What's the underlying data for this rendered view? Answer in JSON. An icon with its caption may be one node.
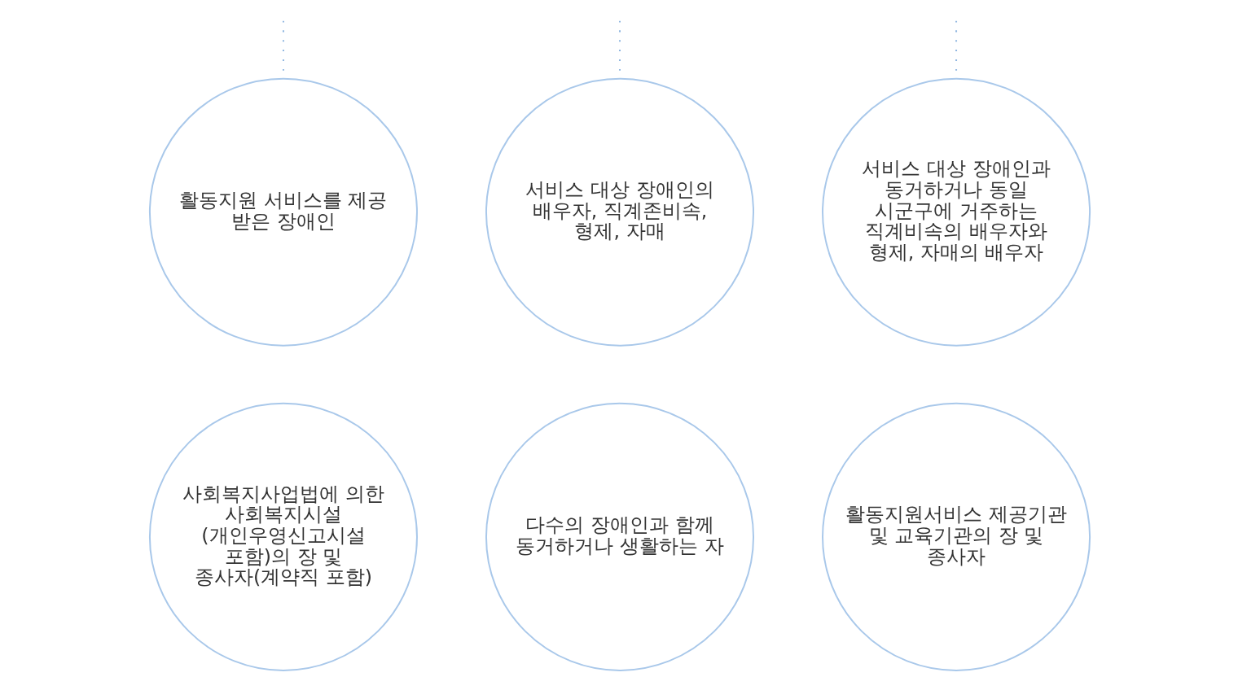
{
  "diagram": {
    "nodes": [
      {
        "text": [
          "활동지원 서비스를 제공 받은 장애인"
        ]
      },
      {
        "text": [
          "서비스 대상 장애인의 배우자, 직계존비속, 형제, 자매"
        ]
      },
      {
        "text": [
          "서비스 대상 장애인과 동거하거나 동일 시군구에 거주하는 직계비속의 배우자와 형제, 자매의 배우자"
        ]
      },
      {
        "text": [
          "사회복지사업법에 의한 사회복지시설 (개인우영신고시설 포함)의 장 및 종사자(계약직 포함)"
        ]
      },
      {
        "text": [
          "다수의 장애인과 함께 동거하거나 생활하는 자"
        ]
      },
      {
        "text": [
          "활동지원서비스 제공기관 및 교육기관의 장 및 종사자"
        ]
      }
    ],
    "edges": [
      {
        "from": null,
        "to": 0,
        "arrow": "none",
        "style": "dashed"
      },
      {
        "from": null,
        "to": 1,
        "arrow": "none",
        "style": "dashed"
      },
      {
        "from": null,
        "to": 2,
        "arrow": "none",
        "style": "dashed"
      }
    ]
  }
}
